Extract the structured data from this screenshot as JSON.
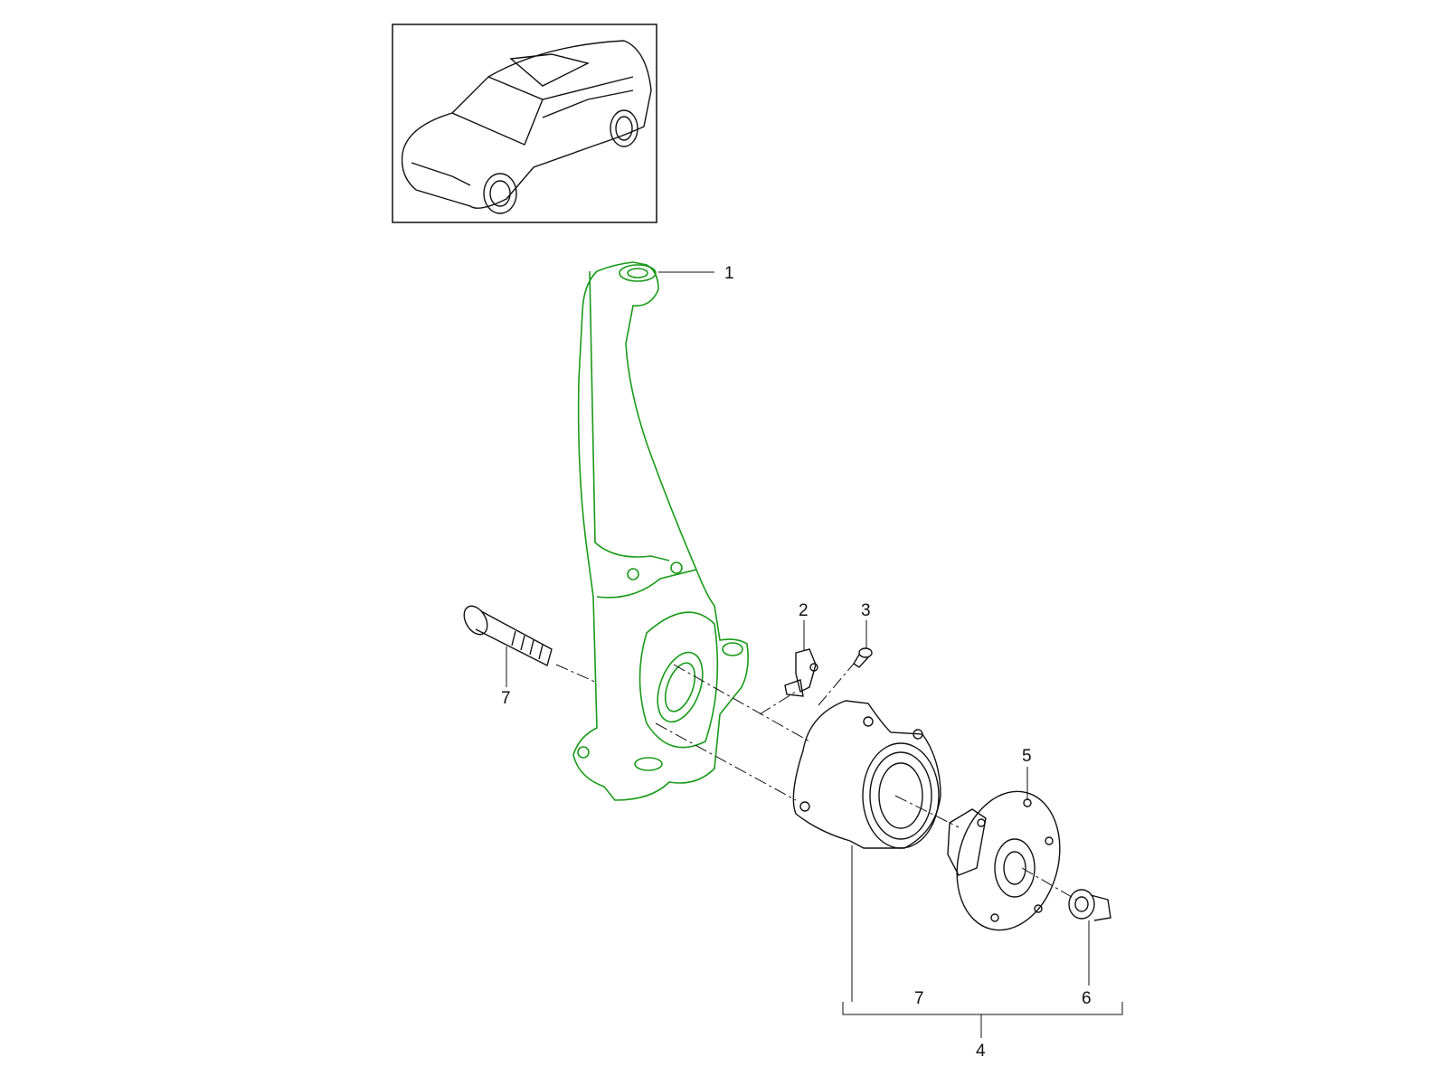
{
  "diagram": {
    "callouts": [
      {
        "id": "1",
        "label": "1"
      },
      {
        "id": "2",
        "label": "2"
      },
      {
        "id": "3",
        "label": "3"
      },
      {
        "id": "5",
        "label": "5"
      },
      {
        "id": "6",
        "label": "6"
      },
      {
        "id": "7a",
        "label": "7"
      },
      {
        "id": "7b",
        "label": "7"
      },
      {
        "id": "4",
        "label": "4"
      }
    ],
    "highlight_color": "#1a9a1a"
  }
}
